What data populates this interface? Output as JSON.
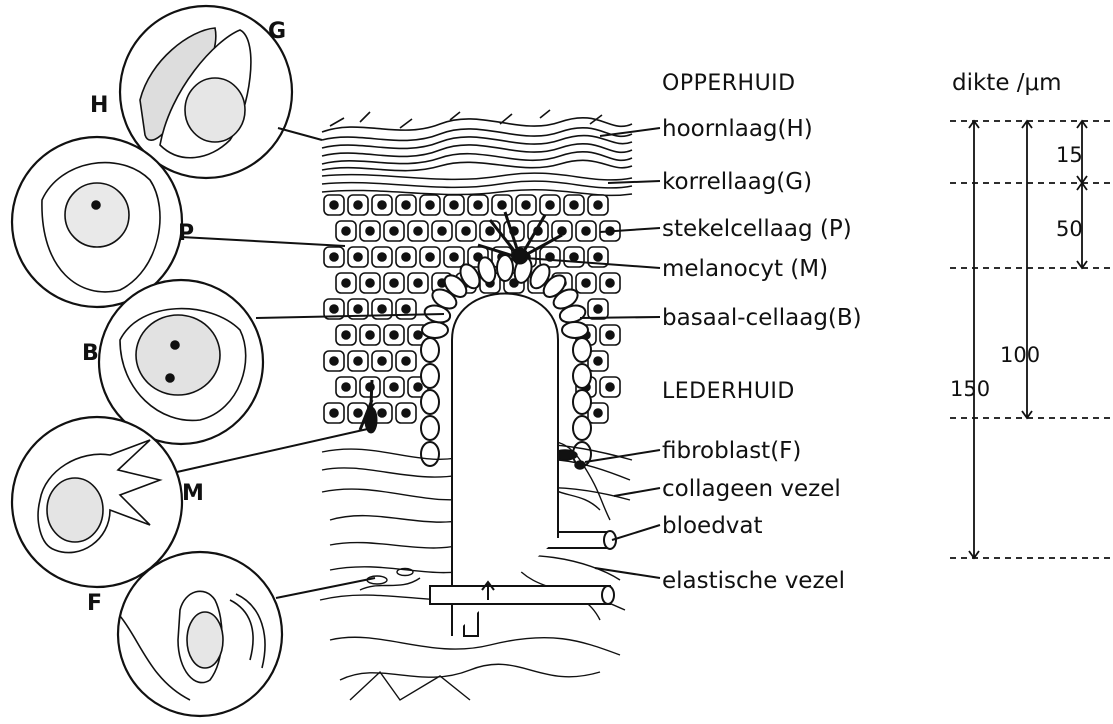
{
  "headers": {
    "epidermis": "OPPERHUID",
    "dermis": "LEDERHUID",
    "thickness": "dikte /μm"
  },
  "layers": [
    "hoornlaag(H)",
    "korrellaag(G)",
    "stekelcellaag (P)",
    "melanocyt  (M)",
    "basaal-cellaag(B)"
  ],
  "dermis_parts": [
    "fibroblast(F)",
    "collageen vezel",
    "bloedvat",
    "elastische vezel"
  ],
  "cell_letters": [
    "H",
    "G",
    "P",
    "B",
    "M",
    "F"
  ],
  "thickness_values": [
    "15",
    "50",
    "100",
    "150"
  ]
}
